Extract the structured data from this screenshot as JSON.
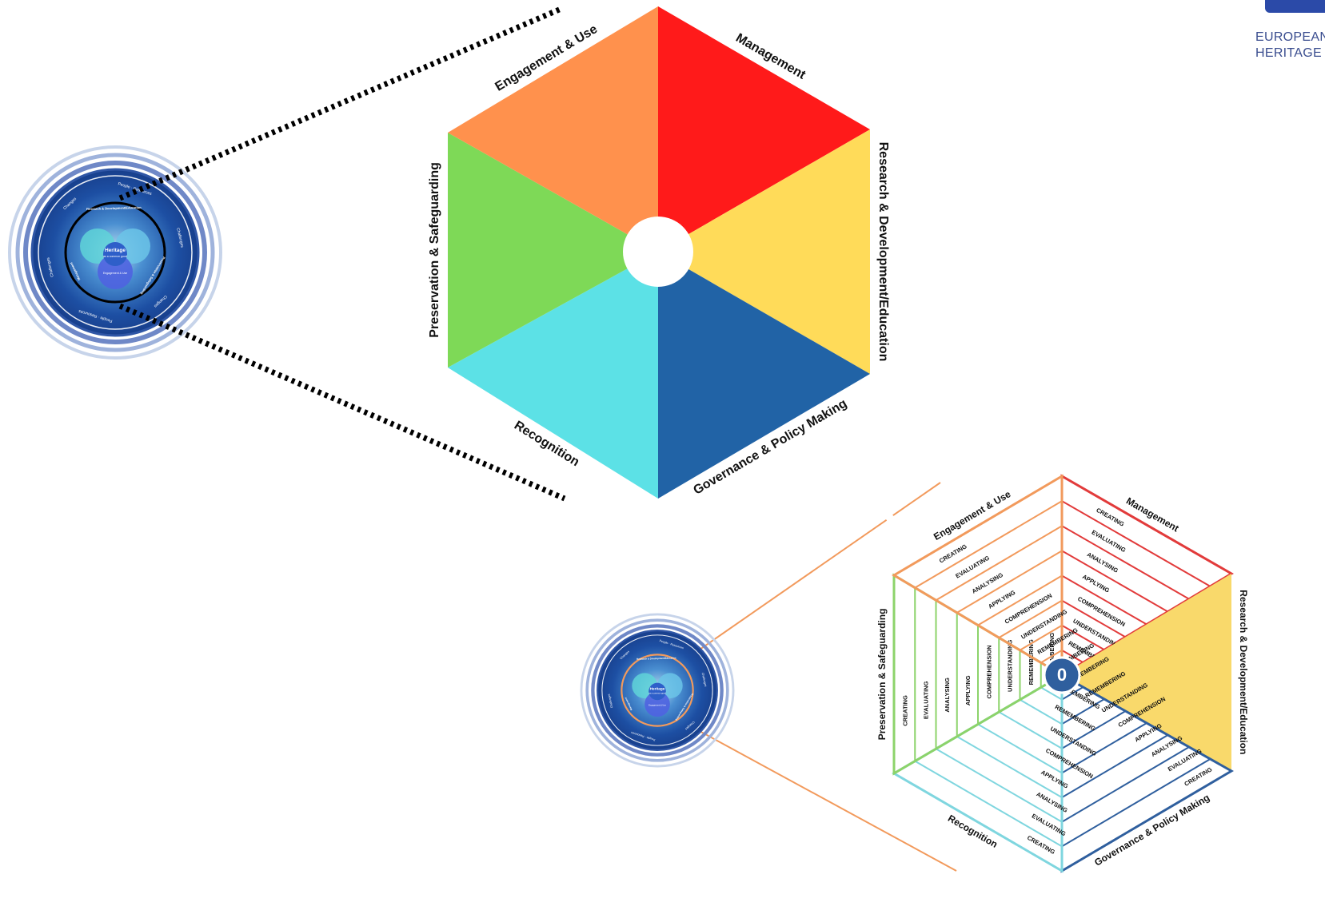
{
  "logo": {
    "line1": "EUROPEAN",
    "line2": "HERITAGE S"
  },
  "top_hexagon": {
    "segments": [
      {
        "label": "Management",
        "color": "#ff1a1a"
      },
      {
        "label": "Research & Development/Education",
        "color": "#ffdb59"
      },
      {
        "label": "Governance & Policy Making",
        "color": "#2163a6"
      },
      {
        "label": "Recognition",
        "color": "#5ce1e6"
      },
      {
        "label": "Preservation & Safeguarding",
        "color": "#7ed957"
      },
      {
        "label": "Engagement & Use",
        "color": "#ff914d"
      }
    ]
  },
  "circle_graphic": {
    "center_title": "Heritage",
    "center_subtitle": "as a common good",
    "lower_bubble": "Engagement & Use",
    "ring_texts": [
      "People · Resources",
      "Challenges",
      "Changes",
      "People · Resources",
      "Challenges",
      "Changes"
    ],
    "arc_labels": [
      "Research & Development/Education",
      "Management",
      "Preservation & Safeguarding"
    ]
  },
  "bottom_hexagon": {
    "center_value": "0",
    "segments": [
      {
        "label": "Management",
        "color": "#e23b3b"
      },
      {
        "label": "Research & Development/Education",
        "color": "#f9d96b"
      },
      {
        "label": "Governance & Policy Making",
        "color": "#2f5f9e"
      },
      {
        "label": "Recognition",
        "color": "#7fd6df"
      },
      {
        "label": "Preservation & Safeguarding",
        "color": "#8cd36a"
      },
      {
        "label": "Engagement & Use",
        "color": "#f29a5c"
      }
    ],
    "levels_outer_to_inner": [
      "CREATING",
      "EVALUATING",
      "ANALYSING",
      "APPLYING",
      "COMPREHENSION",
      "UNDERSTANDING",
      "REMEMBERING",
      "REMEMBERING"
    ],
    "connector_color": "#f29a5c"
  }
}
